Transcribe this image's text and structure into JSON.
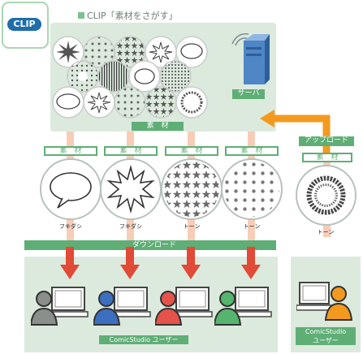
{
  "logo": {
    "text": "CLIP"
  },
  "clip_title": "CLIP「素材をさがす」",
  "clip_panel": {
    "material_label": "素　材"
  },
  "server": {
    "label": "サーバ"
  },
  "upload": {
    "label": "アップロード",
    "material_tag": "素　材",
    "caption": "トーン"
  },
  "download": {
    "label": "ダウンロード"
  },
  "materials": [
    {
      "tag": "素　材",
      "caption": "フキダシ"
    },
    {
      "tag": "素　材",
      "caption": "フキダシ"
    },
    {
      "tag": "素　材",
      "caption": "トーン"
    },
    {
      "tag": "素　材",
      "caption": "トーン"
    }
  ],
  "users": {
    "group_label": "ComicStudio ユーザー",
    "single_label_line1": "ComicStudio",
    "single_label_line2": "ユーザー"
  },
  "colors": {
    "panel_green": "#dceadd",
    "label_green": "#5fae76",
    "arrow_red": "#e04a36",
    "arrow_orange": "#f39a1e",
    "user_gray": "#8a8f8c",
    "user_blue": "#3d6fc0",
    "user_red": "#e5534a",
    "user_green": "#55b56f",
    "user_orange": "#f39a1e"
  }
}
